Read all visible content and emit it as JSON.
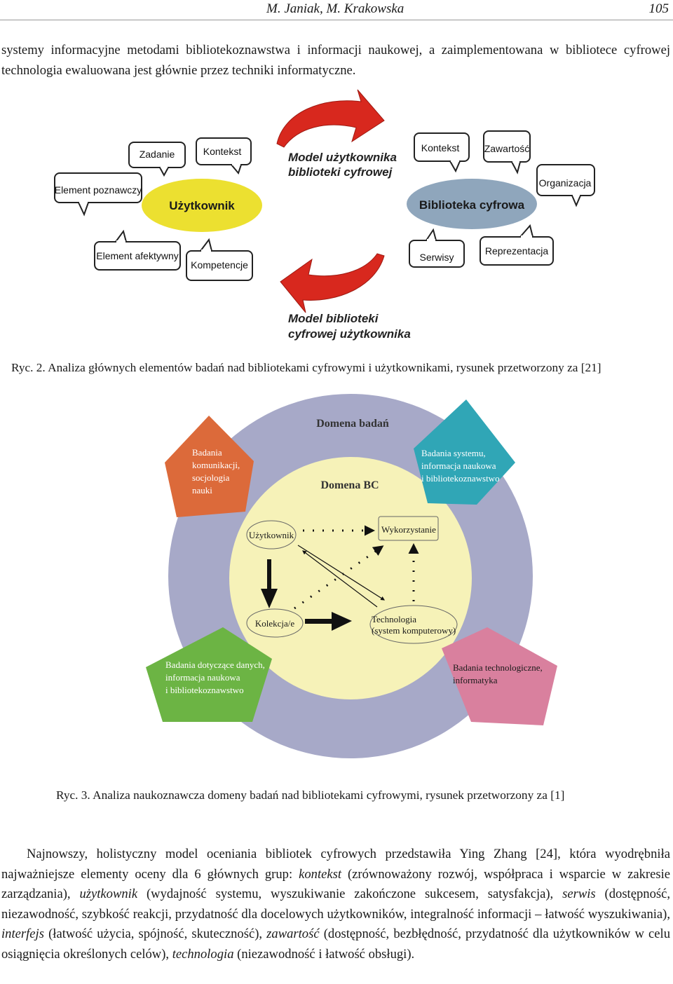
{
  "header": {
    "authors": "M. Janiak, M. Krakowska",
    "page_number": "105"
  },
  "intro_paragraph": "systemy informacyjne metodami bibliotekoznawstwa i informacji naukowej, a zaimplementowana w bibliotece cyfrowej technologia ewaluowana jest głównie przez techniki informatyczne.",
  "figure2": {
    "user_side": {
      "center": "Użytkownik",
      "bubbles": [
        "Zadanie",
        "Kontekst",
        "Element poznawczy",
        "Element afektywny",
        "Kompetencje"
      ]
    },
    "library_side": {
      "center": "Biblioteka cyfrowa",
      "bubbles": [
        "Kontekst",
        "Zawartość",
        "Organizacja",
        "Serwisy",
        "Reprezentacja"
      ]
    },
    "top_arrow_label": [
      "Model użytkownika",
      "biblioteki cyfrowej"
    ],
    "bottom_arrow_label": [
      "Model biblioteki",
      "cyfrowej użytkownika"
    ],
    "colors": {
      "user": "#ece030",
      "library": "#8fa6bc",
      "arrow": "#d8281e"
    },
    "caption": "Ryc. 2. Analiza głównych elementów badań nad bibliotekami cyfrowymi i użytkownikami, rysunek przetworzony za [21]"
  },
  "figure3": {
    "outer_label": "Domena badań",
    "inner_label": "Domena BC",
    "pentagons": {
      "orange": [
        "Badania",
        "komunikacji,",
        "socjologia",
        "nauki"
      ],
      "teal": [
        "Badania systemu,",
        "informacja naukowa",
        "i bibliotekoznawstwo"
      ],
      "green": [
        "Badania dotyczące danych,",
        "informacja naukowa",
        "i bibliotekoznawstwo"
      ],
      "pink": [
        "Badania technologiczne,",
        "informatyka"
      ]
    },
    "nodes": {
      "user": "Użytkownik",
      "usage": "Wykorzystanie",
      "collection": "Kolekcja/e",
      "technology": [
        "Technologia",
        "(system komputerowy)"
      ]
    },
    "colors": {
      "outer": "#a7a9c8",
      "inner": "#f6f2b8",
      "orange": "#dc6a3a",
      "teal": "#30a6b6",
      "green": "#6cb444",
      "pink": "#d9809e"
    },
    "caption": "Ryc. 3. Analiza naukoznawcza domeny badań nad bibliotekami cyfrowymi, rysunek przetworzony za [1]"
  },
  "closing_paragraph": {
    "t1": "Najnowszy, holistyczny model oceniania bibliotek cyfrowych przedstawiła Ying Zhang [24], która wyodrębniła najważniejsze elementy oceny dla 6 głównych grup: ",
    "k1": "kontekst",
    "t2": " (zrównoważony rozwój, współpraca i wsparcie w zakresie zarządzania), ",
    "k2": "użytkownik",
    "t3": " (wydajność systemu, wyszukiwanie zakończone sukcesem, satysfakcja), ",
    "k3": "serwis",
    "t4": " (dostępność, niezawodność, szybkość reakcji, przydatność dla docelowych użytkowników, integralność informacji – łatwość wyszukiwania), ",
    "k4": "interfejs",
    "t5": " (łatwość użycia, spójność, skuteczność), ",
    "k5": "zawartość",
    "t6": " (dostępność, bezbłędność, przydatność dla użytkowników w celu osiągnięcia określonych celów), ",
    "k6": "technologia",
    "t7": " (niezawodność i łatwość obsługi)."
  }
}
